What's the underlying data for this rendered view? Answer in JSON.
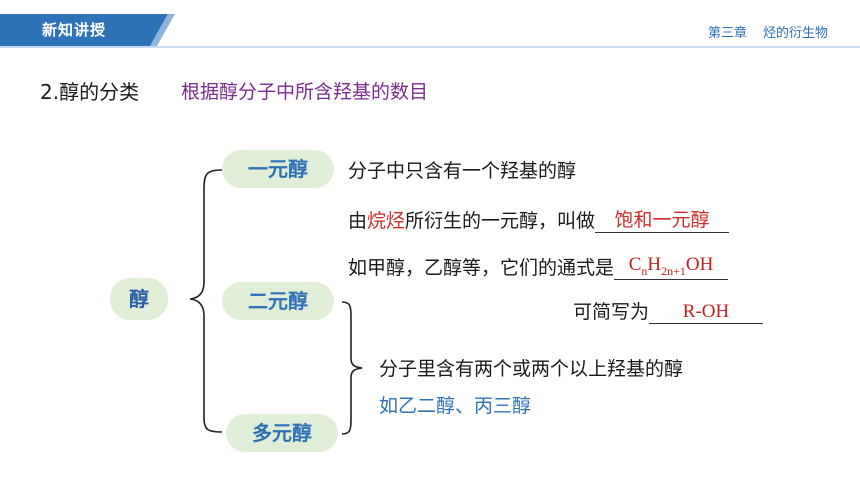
{
  "header": {
    "tab_label": "新知讲授",
    "chapter": "第三章",
    "chapter_title": "烃的衍生物"
  },
  "section": {
    "heading": "2.醇的分类",
    "subheading": "根据醇分子中所含羟基的数目"
  },
  "tree": {
    "root": "醇",
    "branch1": "一元醇",
    "branch2": "二元醇",
    "branch3": "多元醇"
  },
  "mono": {
    "definition": "分子中只含有一个羟基的醇",
    "line2_pre": "由",
    "line2_red": "烷烃",
    "line2_post": "所衍生的一元醇，叫做",
    "answer1": "饱和一元醇",
    "line3": "如甲醇，乙醇等，它们的通式是",
    "formula_C": "C",
    "formula_n": "n",
    "formula_H": "H",
    "formula_sub": "2n+1",
    "formula_OH": "OH",
    "line4": "可简写为",
    "answer3": "R-OH"
  },
  "poly": {
    "definition": "分子里含有两个或两个以上羟基的醇",
    "examples": "如乙二醇、丙三醇"
  },
  "colors": {
    "brand_blue": "#2e72b8",
    "accent_purple": "#7b2d8e",
    "answer_red": "#c22020",
    "pill_green": "#e0eed7"
  }
}
